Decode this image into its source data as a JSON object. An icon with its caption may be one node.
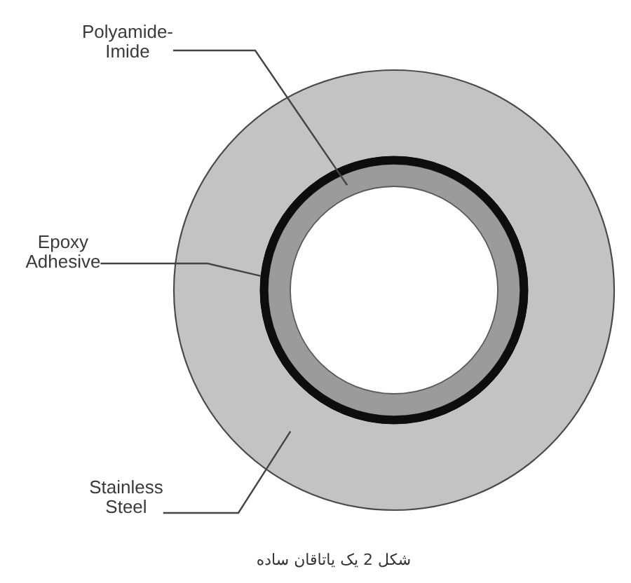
{
  "diagram": {
    "caption": "شکل 2 یک یاتاقان ساده",
    "nodes": [
      {
        "text": [
          "Polyamide-Imide"
        ]
      },
      {
        "text": [
          "Epoxy Adhesive"
        ]
      },
      {
        "text": [
          "Stainless Steel"
        ]
      },
      {
        "text": [],
        "shape": "circle"
      },
      {
        "text": [],
        "shape": "circle",
        "in": 3
      },
      {
        "text": [],
        "shape": "circle",
        "in": 3
      }
    ],
    "edges": [
      {
        "from": 0,
        "to": 4,
        "arrow": "none"
      },
      {
        "from": 1,
        "to": 5,
        "arrow": "none"
      },
      {
        "from": 2,
        "to": 3,
        "arrow": "none"
      }
    ]
  }
}
